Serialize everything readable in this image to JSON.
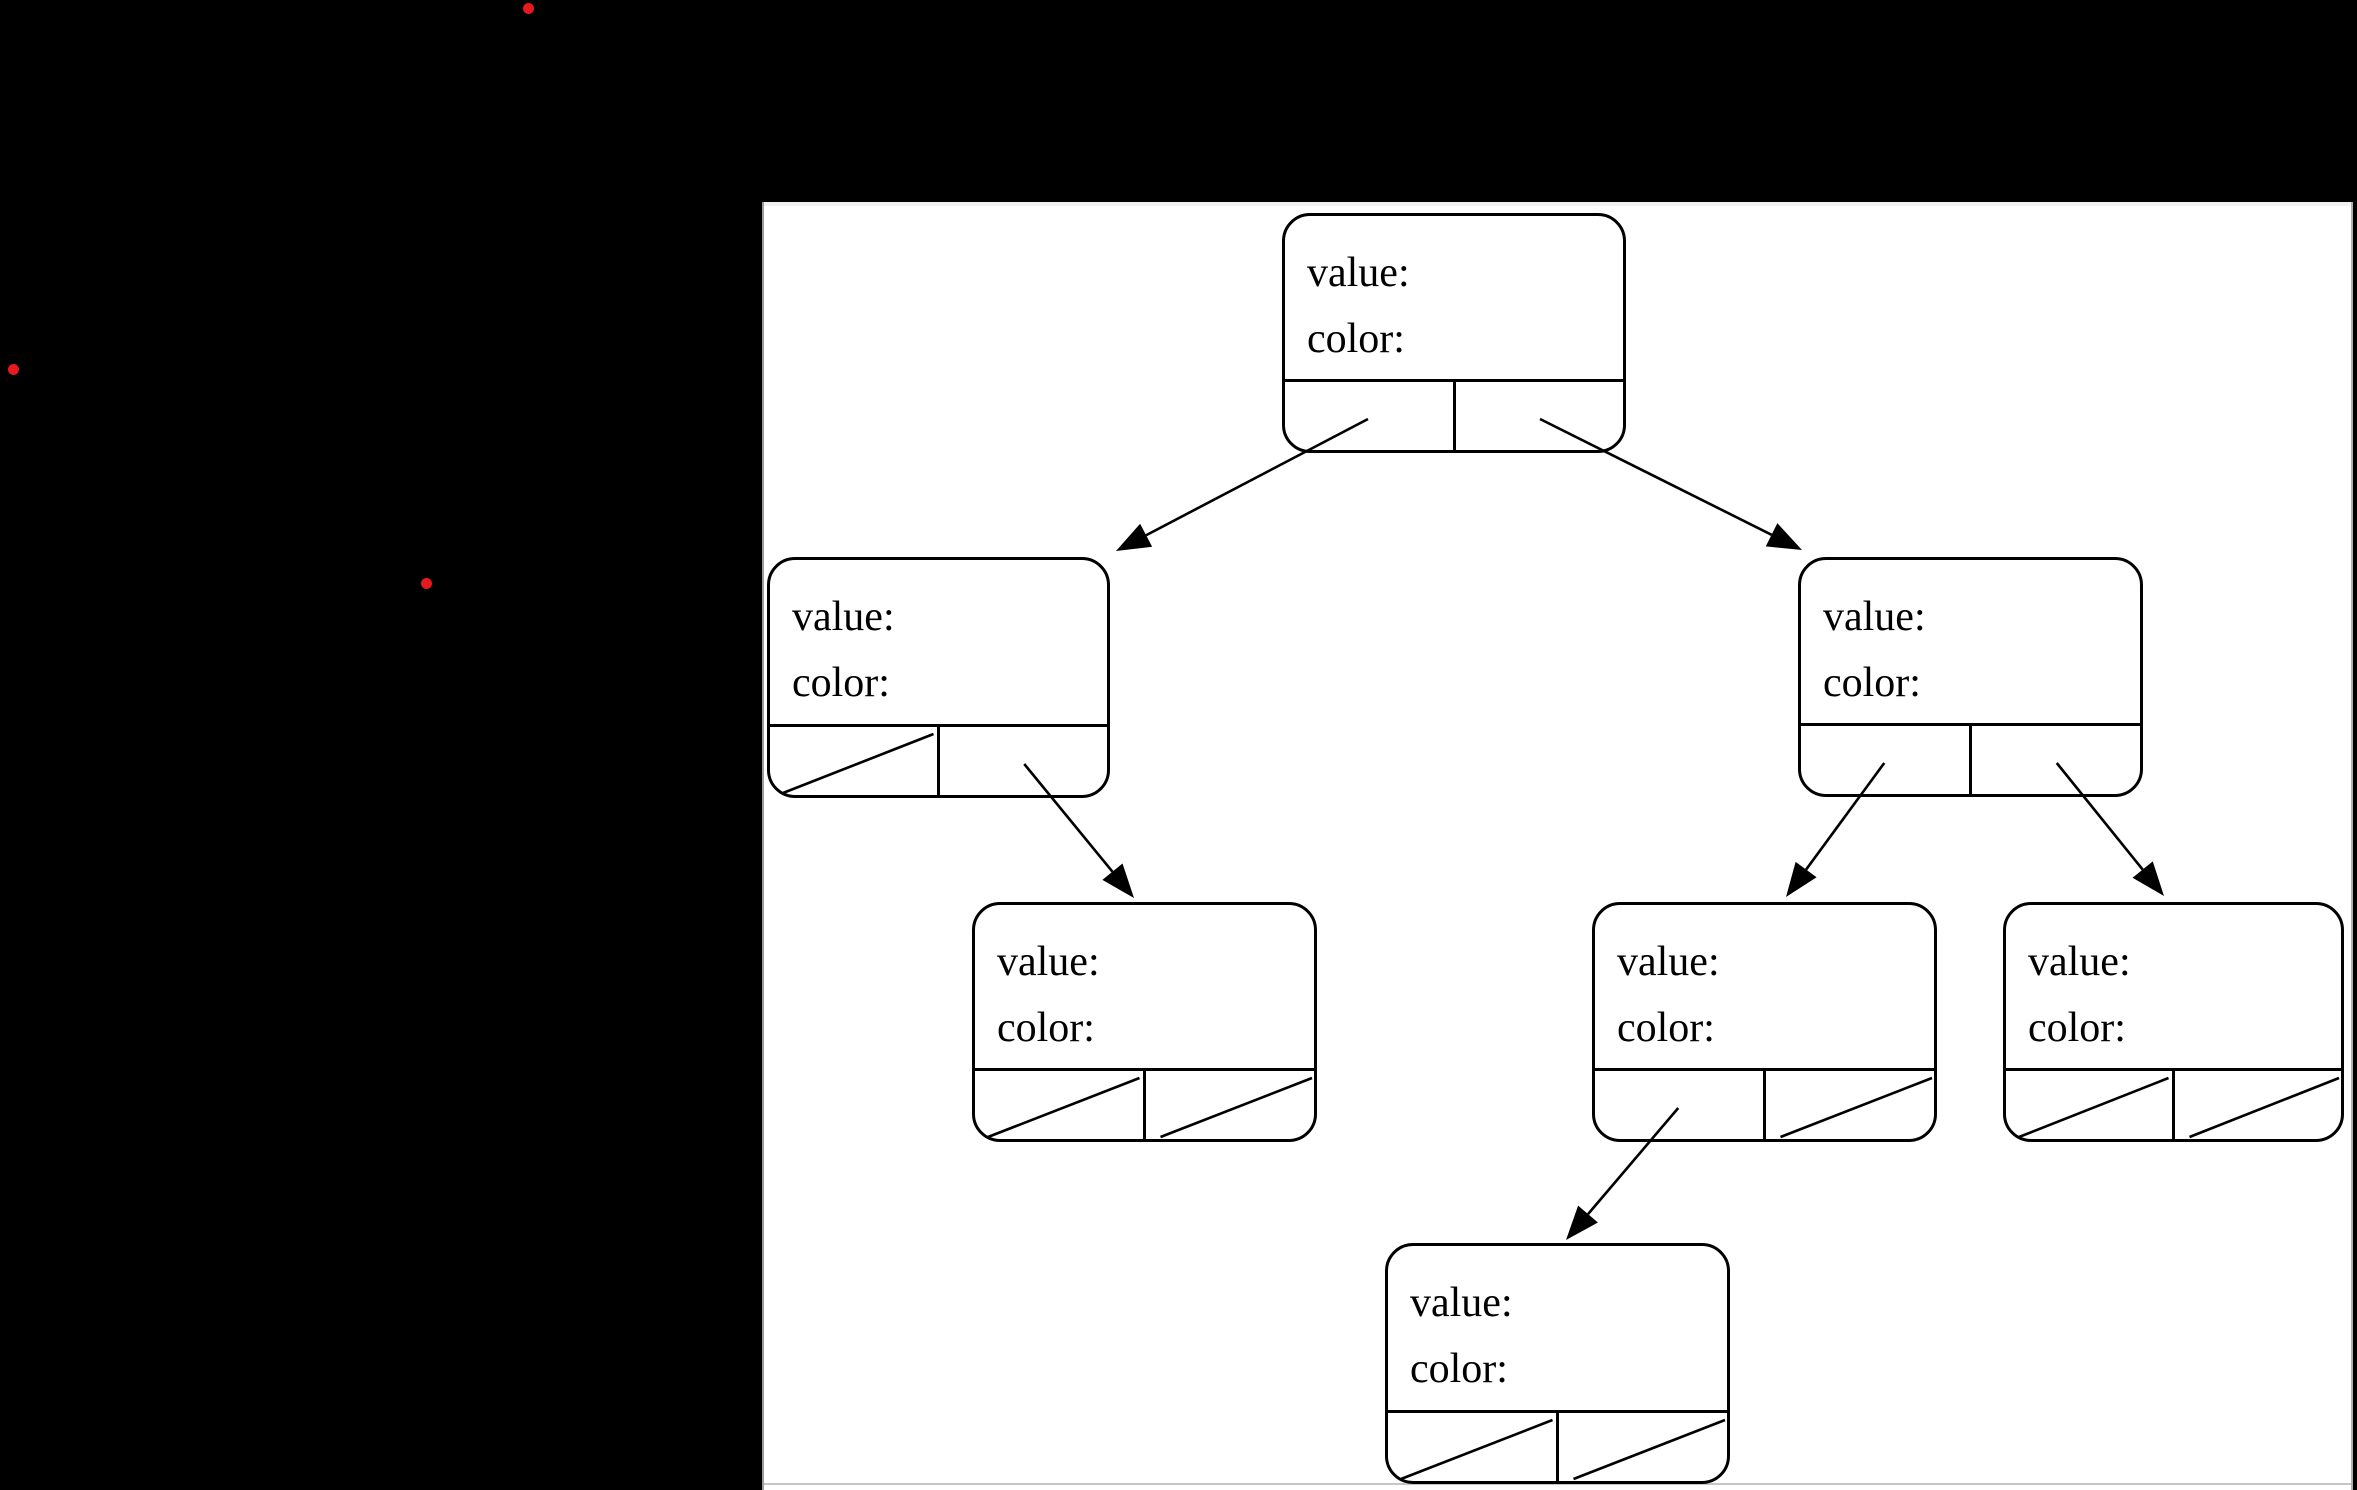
{
  "app": {
    "background_color": "#000000"
  },
  "panel": {
    "background_color": "#ffffff",
    "edge_color": "#b0b0b0"
  },
  "markers": {
    "red_dot_color": "#e6191e",
    "count": 3
  },
  "diagram": {
    "type": "binary-tree",
    "node_field_labels": [
      "value:",
      "color:"
    ],
    "nodes": [
      {
        "id": "root",
        "value_label": "value:",
        "color_label": "color:",
        "left_pointer": "arrow",
        "right_pointer": "arrow"
      },
      {
        "id": "left-child",
        "value_label": "value:",
        "color_label": "color:",
        "left_pointer": "null",
        "right_pointer": "arrow"
      },
      {
        "id": "right-child",
        "value_label": "value:",
        "color_label": "color:",
        "left_pointer": "arrow",
        "right_pointer": "arrow"
      },
      {
        "id": "left-right-leaf",
        "value_label": "value:",
        "color_label": "color:",
        "left_pointer": "null",
        "right_pointer": "null"
      },
      {
        "id": "right-left-child",
        "value_label": "value:",
        "color_label": "color:",
        "left_pointer": "arrow",
        "right_pointer": "null"
      },
      {
        "id": "right-right-leaf",
        "value_label": "value:",
        "color_label": "color:",
        "left_pointer": "null",
        "right_pointer": "null"
      },
      {
        "id": "bottom-leaf",
        "value_label": "value:",
        "color_label": "color:",
        "left_pointer": "null",
        "right_pointer": "null"
      }
    ],
    "edges": [
      {
        "from": "root",
        "cell": "left",
        "to": "left-child"
      },
      {
        "from": "root",
        "cell": "right",
        "to": "right-child"
      },
      {
        "from": "left-child",
        "cell": "right",
        "to": "left-right-leaf"
      },
      {
        "from": "right-child",
        "cell": "left",
        "to": "right-left-child"
      },
      {
        "from": "right-child",
        "cell": "right",
        "to": "right-right-leaf"
      },
      {
        "from": "right-left-child",
        "cell": "left",
        "to": "bottom-leaf"
      }
    ]
  }
}
